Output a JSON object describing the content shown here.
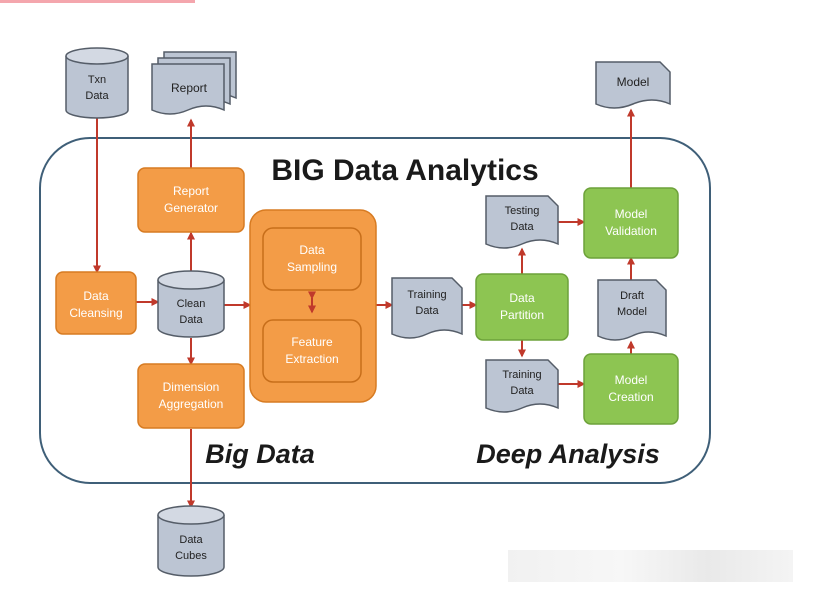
{
  "title": "BIG Data Analytics",
  "sections": {
    "big_data": "Big Data",
    "deep_analysis": "Deep Analysis"
  },
  "colors": {
    "orange_fill": "#f39c47",
    "orange_stroke": "#d77b22",
    "green_fill": "#8dc552",
    "green_stroke": "#6da23a",
    "doc_fill": "#bcc5d3",
    "doc_stroke": "#555d68",
    "arrow": "#c0392b",
    "border": "#3f5f78"
  },
  "nodes": {
    "txn_data": [
      "Txn",
      "Data"
    ],
    "report": [
      "Report"
    ],
    "report_generator": [
      "Report",
      "Generator"
    ],
    "data_cleansing": [
      "Data",
      "Cleansing"
    ],
    "clean_data": [
      "Clean",
      "Data"
    ],
    "dimension_aggregation": [
      "Dimension",
      "Aggregation"
    ],
    "data_cubes": [
      "Data",
      "Cubes"
    ],
    "data_sampling": [
      "Data",
      "Sampling"
    ],
    "feature_extraction": [
      "Feature",
      "Extraction"
    ],
    "training_data_main": [
      "Training",
      "Data"
    ],
    "data_partition": [
      "Data",
      "Partition"
    ],
    "testing_data": [
      "Testing",
      "Data"
    ],
    "training_data_lower": [
      "Training",
      "Data"
    ],
    "model_validation": [
      "Model",
      "Validation"
    ],
    "model_creation": [
      "Model",
      "Creation"
    ],
    "draft_model": [
      "Draft",
      "Model"
    ],
    "model": [
      "Model"
    ]
  }
}
